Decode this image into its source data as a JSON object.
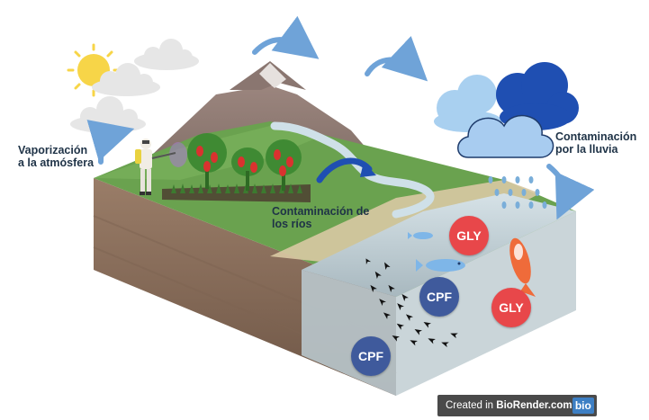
{
  "labels": {
    "vaporizacion": "Vaporización\na la atmósfera",
    "rios": "Contaminación de\nlos ríos",
    "lluvia": "Contaminación\npor la lluvia"
  },
  "badges": [
    {
      "id": "gly-1",
      "text": "GLY"
    },
    {
      "id": "cpf-1",
      "text": "CPF"
    },
    {
      "id": "gly-2",
      "text": "GLY"
    },
    {
      "id": "cpf-2",
      "text": "CPF"
    }
  ],
  "credit": {
    "prefix": "Created in ",
    "brand": "BioRender.com",
    "logo": "bio"
  },
  "colors": {
    "gly": "#e8474a",
    "cpf": "#3f5a9c",
    "water": "#c9d6dc",
    "grass": "#6aa24f",
    "soil": "#8c7260",
    "mountain": "#a08a83",
    "arrow": "#6fa3d8",
    "label": "#1f3347"
  },
  "icons": [
    "sun-icon",
    "cloud-icon",
    "rain-cloud-icon",
    "farmer-sprayer-icon",
    "pepper-plant-icon",
    "fish-icon",
    "koi-fish-icon",
    "arrow-icon"
  ]
}
